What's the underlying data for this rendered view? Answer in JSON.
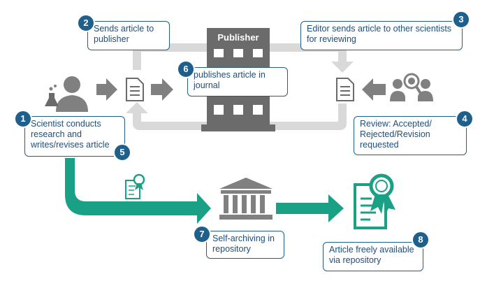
{
  "publisher_label": "Publisher",
  "steps": [
    {
      "num": "1",
      "text": "Scientist conducts research and writes/revises article"
    },
    {
      "num": "2",
      "text": "Sends article to publisher"
    },
    {
      "num": "3",
      "text": "Editor sends article to other scientists for reviewing"
    },
    {
      "num": "4",
      "text": "Review: Accepted/ Rejected/Revision requested"
    },
    {
      "num": "5"
    },
    {
      "num": "6",
      "text": "publishes article in journal"
    },
    {
      "num": "7",
      "text": "Self-archiving in repository"
    },
    {
      "num": "8",
      "text": "Article freely available via repository"
    }
  ],
  "colors": {
    "box_border": "#1f5f8b",
    "text": "#1f4e79",
    "gray_icon": "#808080",
    "loop_arrow": "#d9d9d9",
    "green": "#1aa085",
    "building": "#6b6b6b"
  },
  "icons": [
    "scientist-icon",
    "document-icon",
    "reviewers-icon",
    "certificate-icon",
    "repository-icon",
    "publisher-building-icon"
  ]
}
